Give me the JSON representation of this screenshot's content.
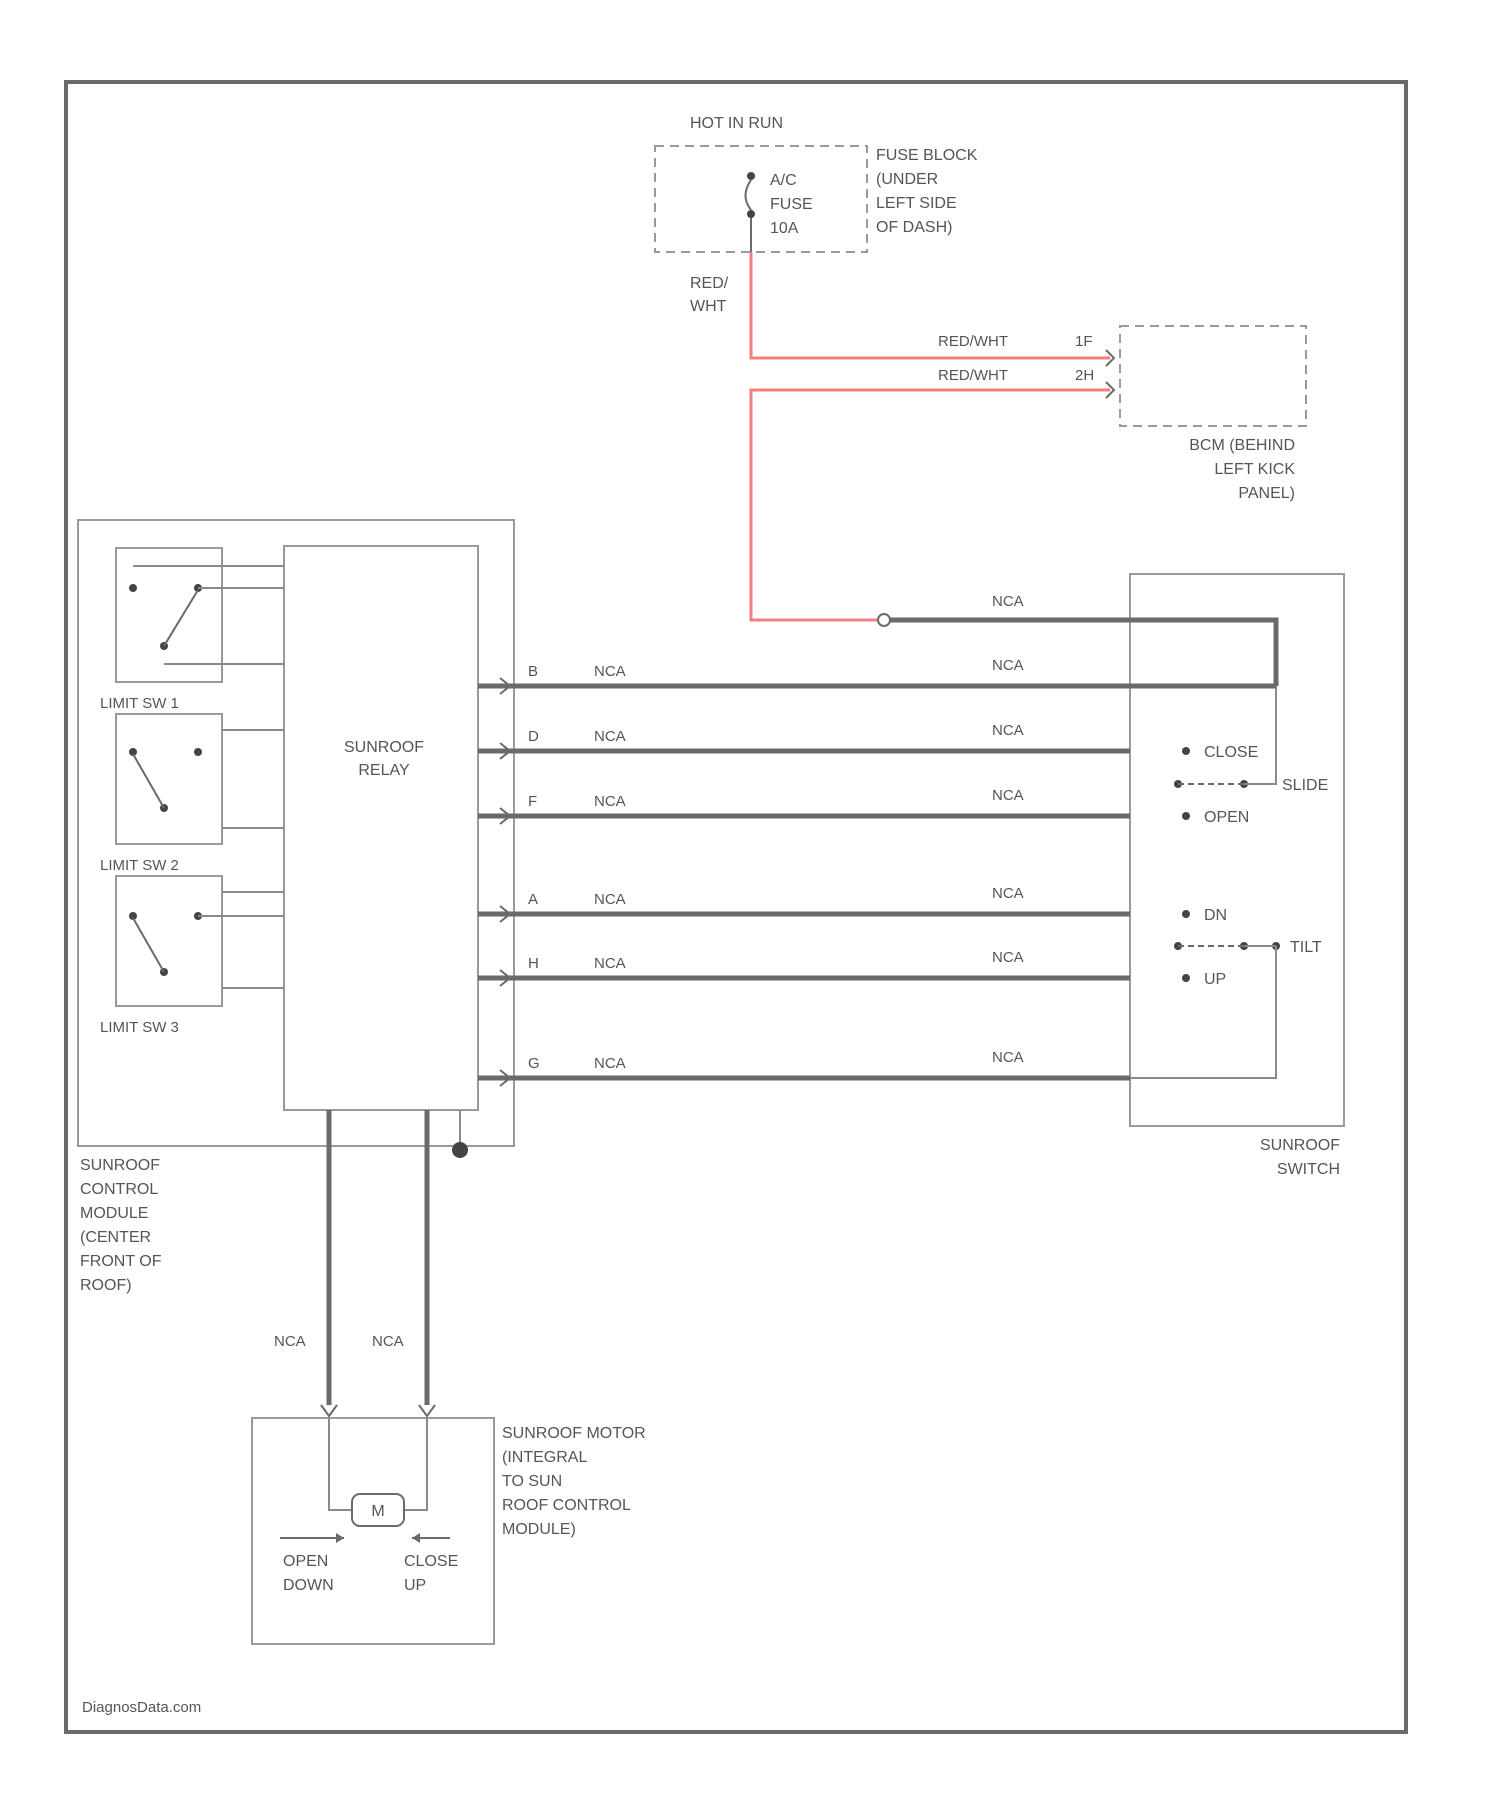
{
  "colors": {
    "power_wire": "#f08080",
    "signal_wire": "#6a6a6a"
  },
  "fuse_block": {
    "header": "HOT IN RUN",
    "fuse_lines": [
      "A/C",
      "FUSE",
      "10A"
    ],
    "location_lines": [
      "FUSE BLOCK",
      "(UNDER",
      "LEFT SIDE",
      "OF DASH)"
    ],
    "wire_lines": [
      "RED/",
      "WHT"
    ]
  },
  "bcm": {
    "wire1": "RED/WHT",
    "pin1": "1F",
    "wire2": "RED/WHT",
    "pin2": "2H",
    "location_lines": [
      "BCM (BEHIND",
      "LEFT KICK",
      "PANEL)"
    ]
  },
  "module": {
    "relay_lines": [
      "SUNROOF",
      "RELAY"
    ],
    "limit_switches": [
      "LIMIT SW 1",
      "LIMIT SW 2",
      "LIMIT SW 3"
    ],
    "location_lines": [
      "SUNROOF",
      "CONTROL",
      "MODULE",
      "(CENTER",
      "FRONT OF",
      "ROOF)"
    ]
  },
  "wires": {
    "feed_label": "NCA",
    "rows": [
      {
        "pin": "B",
        "left_label": "NCA",
        "right_label": "NCA"
      },
      {
        "pin": "D",
        "left_label": "NCA",
        "right_label": "NCA"
      },
      {
        "pin": "F",
        "left_label": "NCA",
        "right_label": "NCA"
      },
      {
        "pin": "A",
        "left_label": "NCA",
        "right_label": "NCA"
      },
      {
        "pin": "H",
        "left_label": "NCA",
        "right_label": "NCA"
      },
      {
        "pin": "G",
        "left_label": "NCA",
        "right_label": "NCA"
      }
    ],
    "motor_left_label": "NCA",
    "motor_right_label": "NCA"
  },
  "sunroof_switch": {
    "close": "CLOSE",
    "slide": "SLIDE",
    "open": "OPEN",
    "dn": "DN",
    "tilt": "TILT",
    "up": "UP",
    "location_lines": [
      "SUNROOF",
      "SWITCH"
    ]
  },
  "motor": {
    "symbol": "M",
    "left_lines": [
      "OPEN",
      "DOWN"
    ],
    "right_lines": [
      "CLOSE",
      "UP"
    ],
    "location_lines": [
      "SUNROOF MOTOR",
      "(INTEGRAL",
      "TO SUN",
      "ROOF CONTROL",
      "MODULE)"
    ]
  },
  "footer": "DiagnosData.com"
}
